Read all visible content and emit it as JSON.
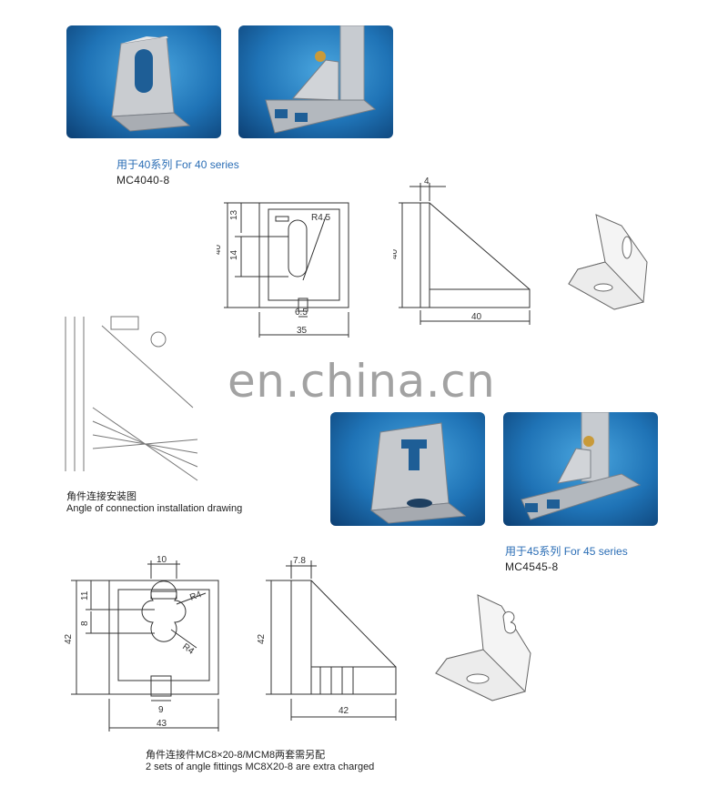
{
  "series40": {
    "caption_cn": "用于40系列",
    "caption_en": "For 40 series",
    "model": "MC4040-8",
    "front": {
      "height": "40",
      "dim_top": "13",
      "dim_slot": "14",
      "radius": "R4.5",
      "slot_width": "6.5",
      "width": "35"
    },
    "side": {
      "top": "4",
      "height": "40",
      "width": "40"
    }
  },
  "installation": {
    "caption_cn": "角件连接安装图",
    "caption_en": "Angle of connection installation drawing"
  },
  "watermark": "en.china.cn",
  "series45": {
    "caption_cn": "用于45系列",
    "caption_en": "For 45 series",
    "model": "MC4545-8",
    "front": {
      "top_width": "10",
      "dim_top": "11",
      "dim_mid": "8",
      "radius_top": "R4",
      "radius_bottom": "R4",
      "height": "42",
      "slot_width": "9",
      "width": "43"
    },
    "side": {
      "top": "7.8",
      "height": "42",
      "width": "42"
    }
  },
  "footer": {
    "note_cn": "角件连接件MC8×20-8/MCM8两套需另配",
    "note_en": "2 sets of angle fittings MC8X20-8 are extra charged"
  }
}
